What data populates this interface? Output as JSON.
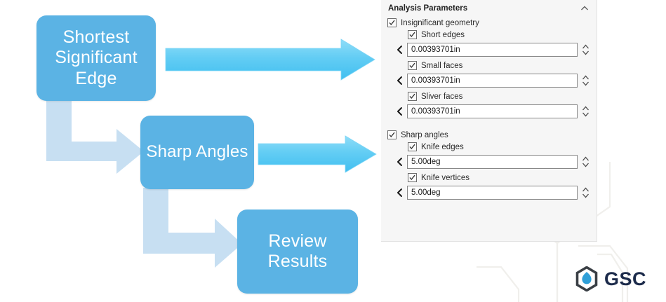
{
  "flowchart": {
    "boxes": [
      {
        "id": "shortest-significant-edge",
        "label": "Shortest\nSignificant\nEdge"
      },
      {
        "id": "sharp-angles",
        "label": "Sharp Angles"
      },
      {
        "id": "review-results",
        "label": "Review\nResults"
      }
    ],
    "connectors": [
      {
        "id": "sse-to-panel",
        "kind": "straight-right-arrow",
        "color": "#6FD2F5"
      },
      {
        "id": "sa-to-panel",
        "kind": "straight-right-arrow",
        "color": "#6FD2F5"
      },
      {
        "id": "sse-to-sa",
        "kind": "elbow-down-right-arrow",
        "color": "#C7DFF2"
      },
      {
        "id": "sa-to-rr",
        "kind": "elbow-down-right-arrow",
        "color": "#C7DFF2"
      }
    ],
    "colors": {
      "box_fill": "#5BB3E4",
      "box_text": "#FFFFFF",
      "cyan_arrow": "#6FD2F5",
      "pale_arrow": "#C7DFF2"
    }
  },
  "panel": {
    "title": "Analysis Parameters",
    "collapse_icon": "chevron-up-icon",
    "groups": [
      {
        "id": "insignificant-geometry",
        "checkbox_label": "Insignificant geometry",
        "checked": true,
        "items": [
          {
            "id": "short-edges",
            "checkbox_label": "Short edges",
            "checked": true,
            "value": "0.00393701in"
          },
          {
            "id": "small-faces",
            "checkbox_label": "Small faces",
            "checked": true,
            "value": "0.00393701in"
          },
          {
            "id": "sliver-faces",
            "checkbox_label": "Sliver faces",
            "checked": true,
            "value": "0.00393701in"
          }
        ]
      },
      {
        "id": "sharp-angles",
        "checkbox_label": "Sharp angles",
        "checked": true,
        "items": [
          {
            "id": "knife-edges",
            "checkbox_label": "Knife edges",
            "checked": true,
            "value": "5.00deg"
          },
          {
            "id": "knife-vertices",
            "checkbox_label": "Knife vertices",
            "checked": true,
            "value": "5.00deg"
          }
        ]
      }
    ],
    "field_prev_icon": "chevron-left-icon",
    "field_spinner_icon": "spinner-up-down-icon"
  },
  "branding": {
    "logo_mark": "gsc-hexagon-logo-icon",
    "wordmark": "GSC",
    "wordmark_color": "#1B2A4A"
  }
}
